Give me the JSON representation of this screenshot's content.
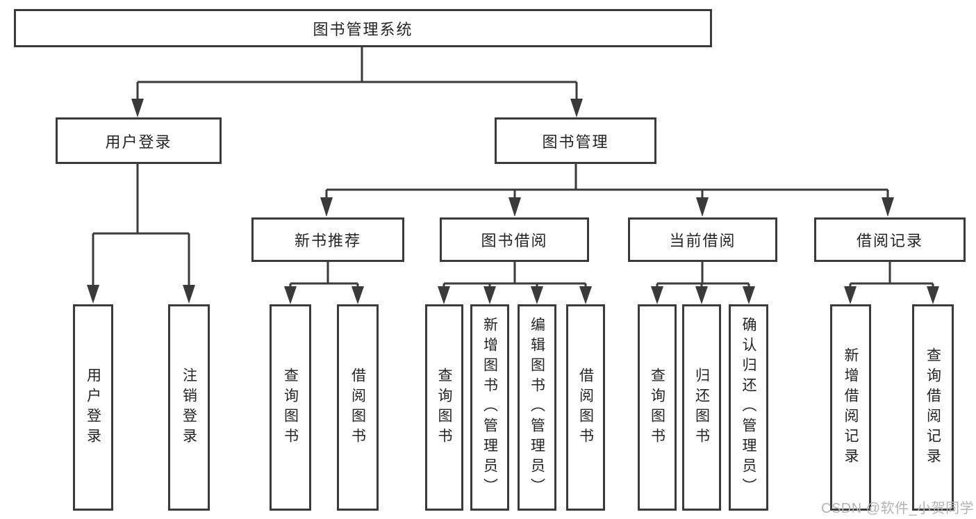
{
  "tree": {
    "label": "图书管理系统",
    "children": [
      {
        "label": "用户登录",
        "children": [
          {
            "label": "用户登录"
          },
          {
            "label": "注销登录"
          }
        ]
      },
      {
        "label": "图书管理",
        "children": [
          {
            "label": "新书推荐",
            "children": [
              {
                "label": "查询图书"
              },
              {
                "label": "借阅图书"
              }
            ]
          },
          {
            "label": "图书借阅",
            "children": [
              {
                "label": "查询图书"
              },
              {
                "label": "新增图书（管理员）"
              },
              {
                "label": "编辑图书（管理员）"
              },
              {
                "label": "借阅图书"
              }
            ]
          },
          {
            "label": "当前借阅",
            "children": [
              {
                "label": "查询图书"
              },
              {
                "label": "归还图书"
              },
              {
                "label": "确认归还（管理员）"
              }
            ]
          },
          {
            "label": "借阅记录",
            "children": [
              {
                "label": "新增借阅记录"
              },
              {
                "label": "查询借阅记录"
              }
            ]
          }
        ]
      }
    ]
  },
  "watermark": {
    "text": "CSDN @软件_小贺同学"
  },
  "colors": {
    "line": "#3a3a3a",
    "text": "#242424",
    "background": "#ffffff",
    "watermark": "#b3b3b3"
  }
}
